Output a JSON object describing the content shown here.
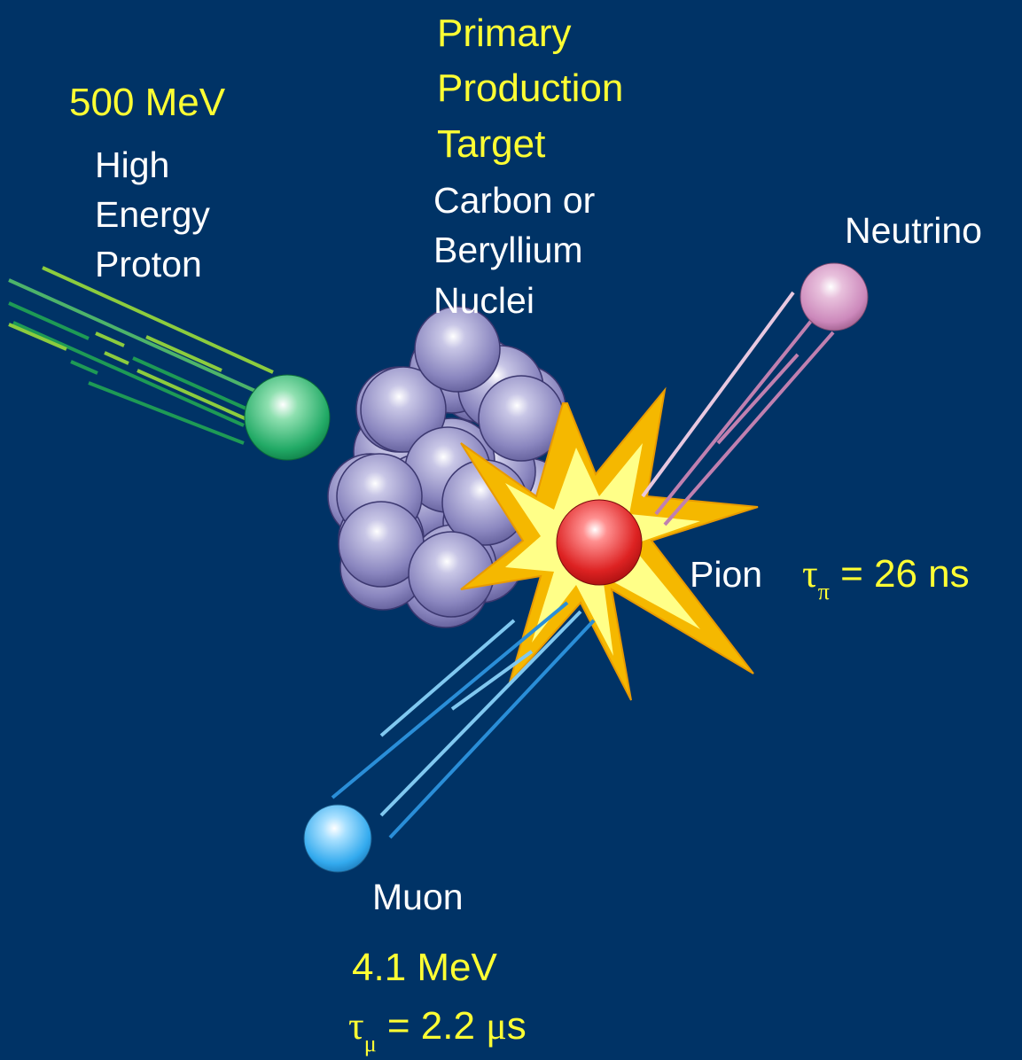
{
  "colors": {
    "background": "#003366",
    "yellow_text": "#FFFF33",
    "white_text": "#FFFFFF",
    "proton": "#22aa66",
    "nucleon": "#8a86bf",
    "pion": "#dd2222",
    "neutrino": "#cc88bb",
    "muon": "#33aaee",
    "explosion_outer": "#f5b800",
    "explosion_inner": "#ffff88"
  },
  "proton": {
    "energy": "500 MeV",
    "lines": [
      "High",
      "Energy",
      "Proton"
    ]
  },
  "target": {
    "title_lines": [
      "Primary",
      "Production",
      "Target"
    ],
    "material_lines": [
      "Carbon or",
      "Beryllium",
      "Nuclei"
    ]
  },
  "neutrino": {
    "label": "Neutrino"
  },
  "pion": {
    "label": "Pion",
    "tau_symbol": "τ",
    "tau_sub": "π",
    "lifetime": "= 26 ns"
  },
  "muon": {
    "label": "Muon",
    "energy": "4.1 MeV",
    "tau_symbol": "τ",
    "tau_sub": "μ",
    "lifetime": "= 2.2",
    "mu_symbol": "μ",
    "lifetime_unit": "s"
  }
}
